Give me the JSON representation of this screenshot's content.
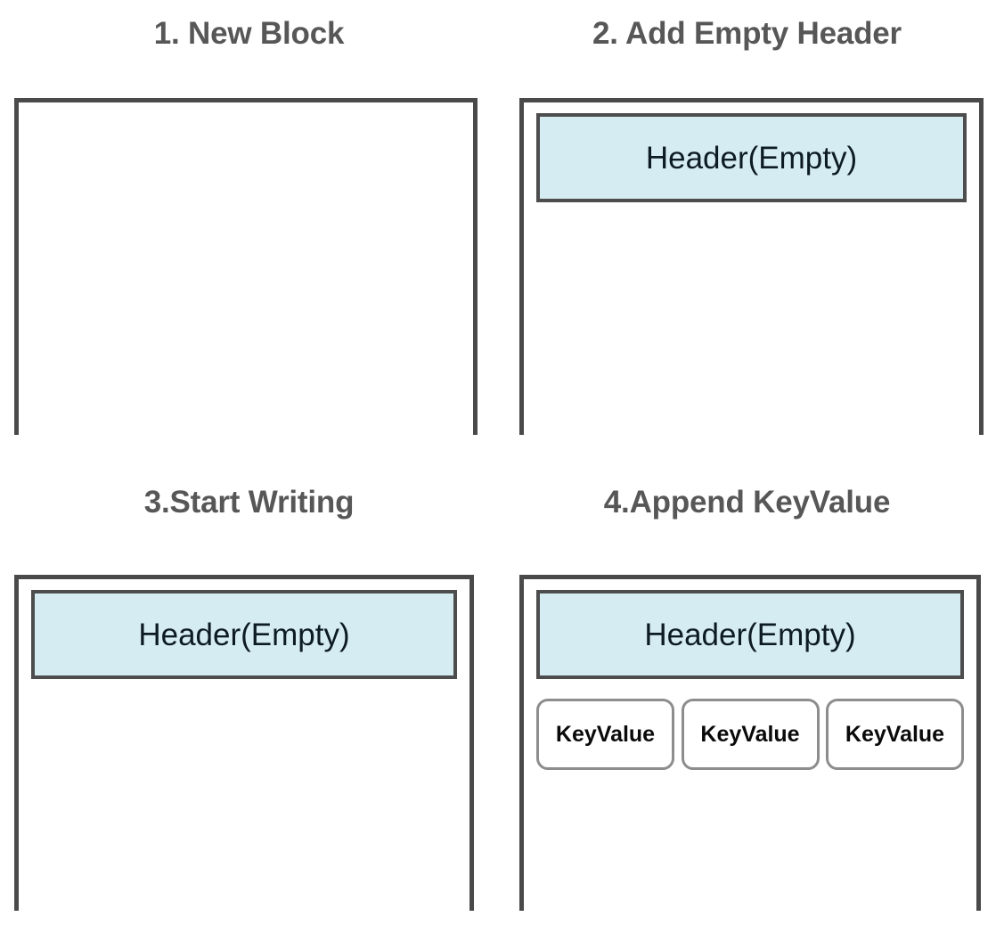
{
  "diagram": {
    "title_color": "#575757",
    "block_border_color": "#4a4a4a",
    "header_fill_color": "#d6ecf3",
    "header_border_color": "#4d4d4d",
    "keyvalue_border_color": "#8d8d8d",
    "background_color": "#ffffff"
  },
  "panels": [
    {
      "id": "panel-1",
      "title": "1. New Block",
      "header": null,
      "keyvalues": []
    },
    {
      "id": "panel-2",
      "title": "2. Add Empty Header",
      "header": "Header(Empty)",
      "keyvalues": []
    },
    {
      "id": "panel-3",
      "title": "3.Start Writing",
      "header": "Header(Empty)",
      "keyvalues": []
    },
    {
      "id": "panel-4",
      "title": "4.Append KeyValue",
      "header": "Header(Empty)",
      "keyvalues": [
        "KeyValue",
        "KeyValue",
        "KeyValue"
      ]
    }
  ]
}
